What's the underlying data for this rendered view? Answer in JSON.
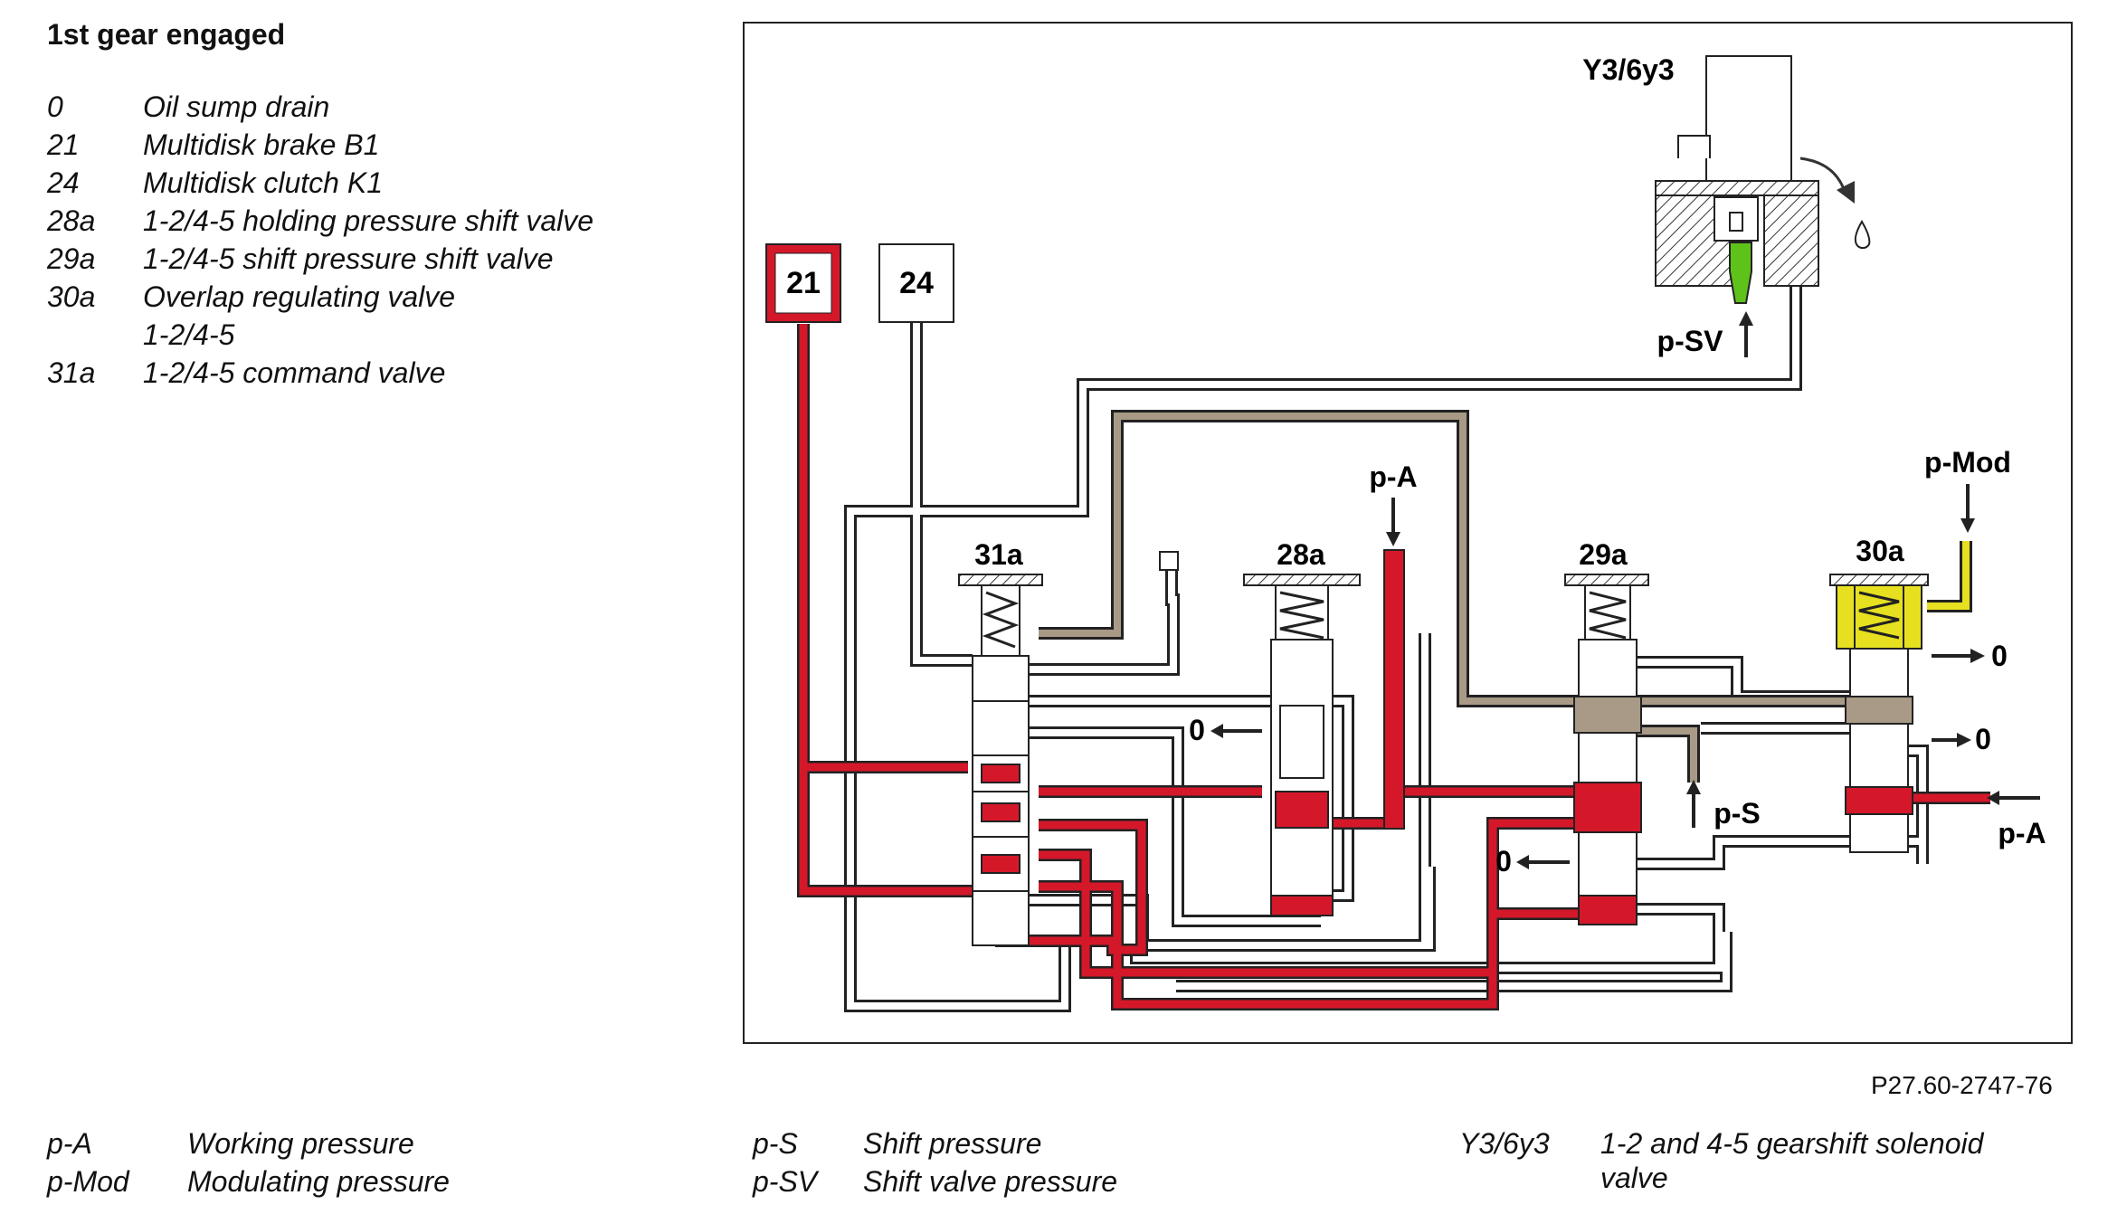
{
  "title": "1st gear engaged",
  "legend": [
    {
      "code": "0",
      "desc": "Oil sump drain"
    },
    {
      "code": "21",
      "desc": "Multidisk brake B1"
    },
    {
      "code": "24",
      "desc": "Multidisk clutch K1"
    },
    {
      "code": "28a",
      "desc": "1-2/4-5 holding pressure shift valve"
    },
    {
      "code": "29a",
      "desc": "1-2/4-5 shift pressure shift valve"
    },
    {
      "code": "30a",
      "desc": "Overlap regulating valve"
    },
    {
      "code": "",
      "desc": "1-2/4-5"
    },
    {
      "code": "31a",
      "desc": "1-2/4-5 command valve"
    }
  ],
  "diagram": {
    "box_21": "21",
    "box_24": "24",
    "solenoid_label": "Y3/6y3",
    "p_sv": "p-SV",
    "p_a_top": "p-A",
    "p_mod": "p-Mod",
    "valve_31a": "31a",
    "valve_28a": "28a",
    "valve_29a": "29a",
    "valve_30a": "30a",
    "drain_28a": "0",
    "drain_29a": "0",
    "drain_30a_upper": "0",
    "drain_30a_lower": "0",
    "p_s": "p-S",
    "p_a_right": "p-A"
  },
  "reference": "P27.60-2747-76",
  "footer": [
    {
      "code": "p-A",
      "desc": "Working pressure"
    },
    {
      "code": "p-Mod",
      "desc": "Modulating pressure"
    },
    {
      "code": "p-S",
      "desc": "Shift pressure"
    },
    {
      "code": "p-SV",
      "desc": "Shift valve pressure"
    },
    {
      "code": "Y3/6y3",
      "desc": "1-2 and 4-5 gearshift solenoid"
    },
    {
      "code": "",
      "desc": "valve"
    }
  ],
  "colors": {
    "working_pressure": "#d4182a",
    "shift_pressure": "#a89a86",
    "modulating_pressure": "#e6e020",
    "shift_valve_pressure": "#5ec21a",
    "line": "#222222"
  }
}
